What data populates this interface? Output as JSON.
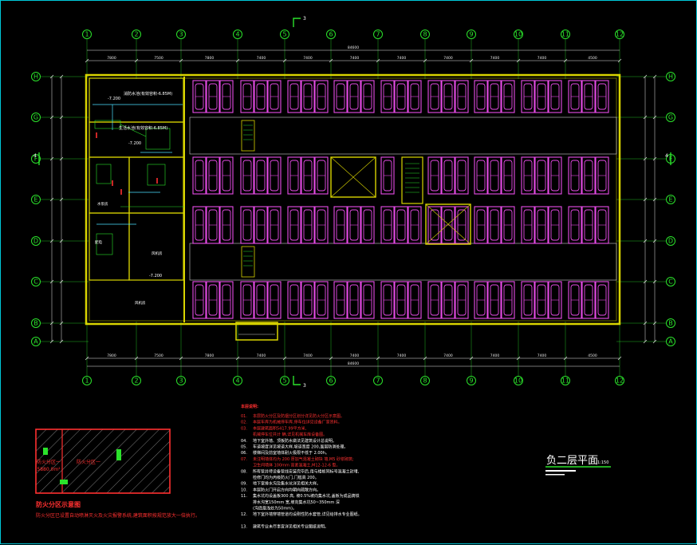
{
  "axes": {
    "columns": [
      "1",
      "2",
      "3",
      "4",
      "5",
      "6",
      "7",
      "8",
      "9",
      "10",
      "11",
      "12"
    ],
    "rows": [
      "H",
      "G",
      "F",
      "E",
      "D",
      "C",
      "B",
      "A"
    ]
  },
  "dimensions": {
    "top_total": "84600",
    "bottom_total": "84600",
    "bays": [
      "7800",
      "7500",
      "7800",
      "7400",
      "7400",
      "7400",
      "7400",
      "7400",
      "7400",
      "7400",
      "4500"
    ]
  },
  "section_marks": [
    "3",
    "3",
    "4",
    "4"
  ],
  "rooms": {
    "room_a": "消防水池(有效容积-6.85M)",
    "room_b": "生活水池(有效容积-6.85M)",
    "elev_1": "-7.200",
    "elev_2": "-7.200",
    "elev_3": "-7.200",
    "pump_room": "水泵房",
    "fan_room": "风机房",
    "fan_room2": "风机房",
    "store": "配电"
  },
  "plan_title": {
    "title": "负二层平面",
    "scale": "1:150"
  },
  "fire_zone": {
    "title": "防火分区示意图",
    "note": "防火分区已设置自动喷淋灭火及火灾报警系统,建筑面积按规范放大一倍执行。",
    "area_label": "防火分区一",
    "area_value": "5880.0m²"
  },
  "notes": {
    "heading": "本层说明:",
    "lines": [
      {
        "num": "01.",
        "text": "本层防火分区及防烟分区划分详见防火分区示意图。",
        "color": "#ff3030"
      },
      {
        "num": "02.",
        "text": "本层车库为机械停车库,停车位详见设备厂家资料。",
        "color": "#ff3030"
      },
      {
        "num": "03.",
        "text": "本层建筑面积5417.99平方米,",
        "color": "#ff3030"
      },
      {
        "num": "",
        "text": "机械停车位共计 辆,详见机械车库设备图。",
        "color": "#ff3030"
      },
      {
        "num": "04.",
        "text": "地下室外墙、顶板防水做法见建筑设计总说明。",
        "color": "#ffffff"
      },
      {
        "num": "05.",
        "text": "车道坡度详见坡道大样,坡道宽度 200,面层防滑处理。",
        "color": "#ffffff"
      },
      {
        "num": "06.",
        "text": "楼梯间及前室墙体耐火极限不低于 2.00h。",
        "color": "#ffffff"
      },
      {
        "num": "07.",
        "text": "未注明墙体均为 200 厚加气混凝土砌块 墙,M5 砂浆砌筑;",
        "color": "#ff3030"
      },
      {
        "num": "",
        "text": "卫生间墙体 100mm 高素混凝土,M12-12-6 型。",
        "color": "#ff3030"
      },
      {
        "num": "08.",
        "text": "所有管井待设备管线安装完毕后,用与楼板同标号混凝土封堵,",
        "color": "#ffffff"
      },
      {
        "num": "",
        "text": "检修门均为丙级防火门,门槛高 200。",
        "color": "#ffffff"
      },
      {
        "num": "09.",
        "text": "地下室排水沟及集水坑详见相关大样。",
        "color": "#ffffff"
      },
      {
        "num": "10.",
        "text": "本层防火门开启方向均朝向疏散方向。",
        "color": "#ffffff"
      },
      {
        "num": "11.",
        "text": "集水坑均设盖板300 高, 坡0.5%坡向集水坑,盖板为成品铸铁",
        "color": "#ffffff"
      },
      {
        "num": "",
        "text": "排水沟宽150mm 宽,坡向集水坑50~350mm 深",
        "color": "#ffffff"
      },
      {
        "num": "",
        "text": "(沟底最浅处为50mm)。",
        "color": "#ffffff"
      },
      {
        "num": "12.",
        "text": "地下室外墙穿墙管道均设刚性防水套管,详见给排水专业图纸。",
        "color": "#ffffff"
      },
      {
        "num": "",
        "text": "",
        "color": "#ffffff"
      },
      {
        "num": "13.",
        "text": "建筑专业未尽事宜详见相关专业图纸说明。",
        "color": "#ffffff"
      }
    ]
  }
}
